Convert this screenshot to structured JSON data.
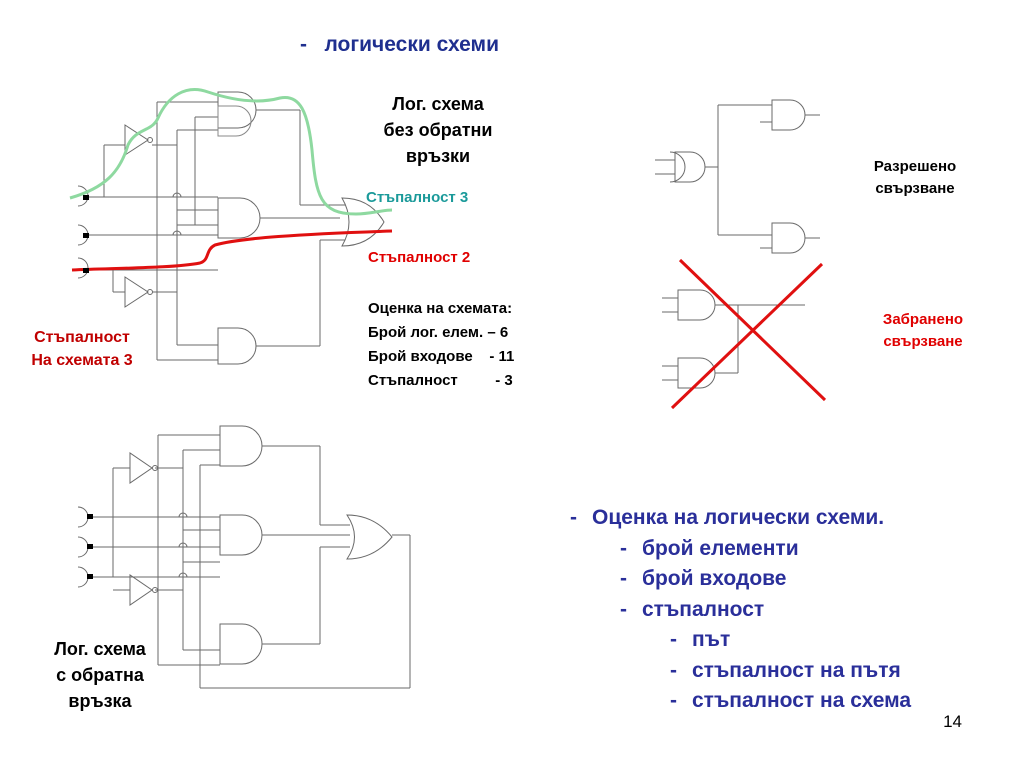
{
  "slide": {
    "title": "-   логически схеми",
    "page_number": "14"
  },
  "diagram1": {
    "caption": [
      "Лог. схема",
      "без обратни",
      "връзки"
    ],
    "path_label_green": "Стъпалност 3",
    "path_label_red": "Стъпалност 2",
    "assessment": [
      "Оценка на схемата:",
      "Брой лог. елем. – 6",
      "Брой входове    - 11",
      "Стъпалност         - 3"
    ],
    "scheme_label": [
      "Стъпалност",
      "На схемата 3"
    ]
  },
  "diagram2": {
    "caption": [
      "Лог. схема",
      "с обратна",
      "връзка"
    ]
  },
  "right": {
    "allowed": [
      "Разрешено",
      "свързване"
    ],
    "forbidden": [
      "Забранено",
      "свързване"
    ]
  },
  "bullets": [
    {
      "dash": "-",
      "text": "Оценка на логически схеми."
    },
    {
      "dash": "-",
      "text": "брой елементи"
    },
    {
      "dash": "-",
      "text": "брой входове"
    },
    {
      "dash": "-",
      "text": "стъпалност"
    },
    {
      "dash": "-",
      "text": "път"
    },
    {
      "dash": "-",
      "text": "стъпалност на пътя"
    },
    {
      "dash": "-",
      "text": "стъпалност на схема"
    }
  ],
  "colors": {
    "title_blue": "#1f2f8f",
    "bullet_blue": "#2a2f9a",
    "green_path": "#8ed9a0",
    "red_path": "#e01010",
    "teal_label": "#1b9a9a",
    "label_red": "#e00000",
    "dark_red": "#c00000",
    "wire_gray": "#6a6a6a"
  }
}
